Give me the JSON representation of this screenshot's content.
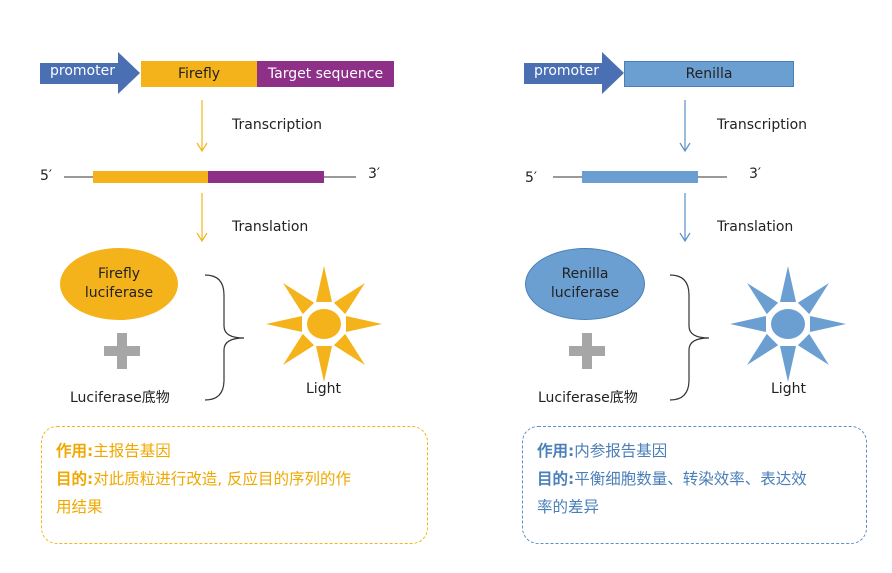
{
  "colors": {
    "promoter": "#4a6fb3",
    "firefly": "#f5b31b",
    "target": "#8e2f88",
    "renilla": "#6b9fd1",
    "firefly_box_border": "#f5b31b",
    "renilla_box_border": "#5a8fc7",
    "firefly_text": "#f0a800",
    "renilla_text": "#4a7fb7",
    "plus": "#a6a6a6"
  },
  "left": {
    "promoter_label": "promoter",
    "gene_label": "Firefly",
    "target_label": "Target sequence",
    "transcription_label": "Transcription",
    "five_prime": "5′",
    "three_prime": "3′",
    "translation_label": "Translation",
    "enzyme_line1": "Firefly",
    "enzyme_line2": "luciferase",
    "substrate_label": "Luciferase底物",
    "light_label": "Light",
    "info": {
      "role_key": "作用:",
      "role_value": "主报告基因",
      "purpose_key": "目的:",
      "purpose_value_line1": "对此质粒进行改造, 反应目的序列的作",
      "purpose_value_line2": "用结果"
    }
  },
  "right": {
    "promoter_label": "promoter",
    "gene_label": "Renilla",
    "transcription_label": "Transcription",
    "five_prime": "5′",
    "three_prime": "3′",
    "translation_label": "Translation",
    "enzyme_line1": "Renilla",
    "enzyme_line2": "luciferase",
    "substrate_label": "Luciferase底物",
    "light_label": "Light",
    "info": {
      "role_key": "作用:",
      "role_value": "内参报告基因",
      "purpose_key": "目的:",
      "purpose_value_line1": "平衡细胞数量、转染效率、表达效",
      "purpose_value_line2": "率的差异"
    }
  }
}
